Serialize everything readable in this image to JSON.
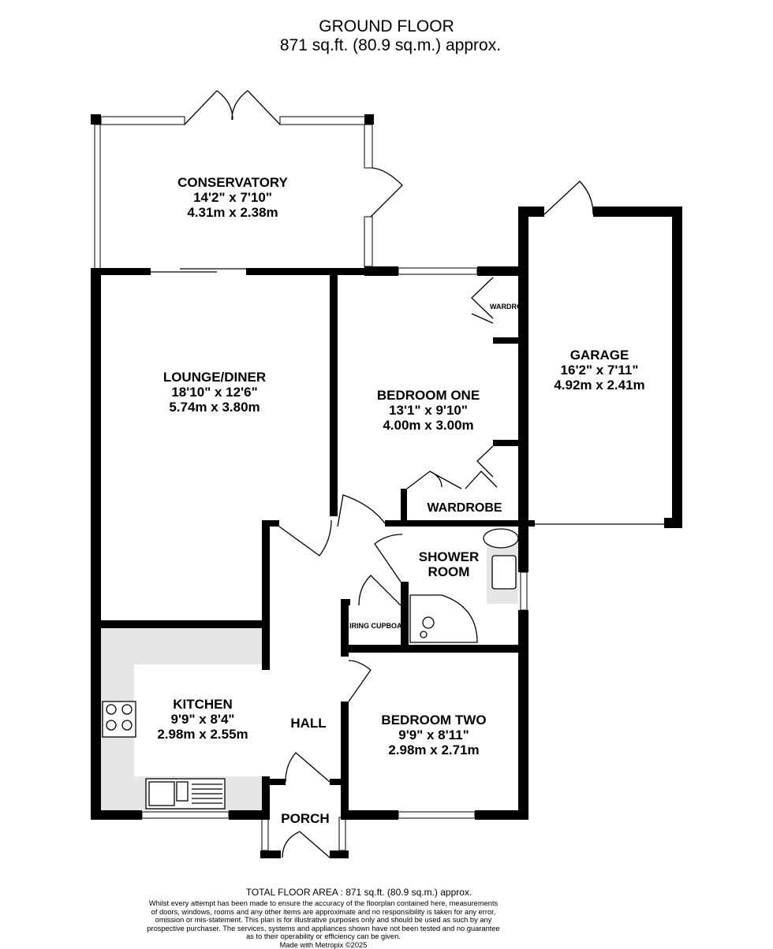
{
  "header": {
    "title": "GROUND FLOOR",
    "area": "871 sq.ft. (80.9 sq.m.) approx."
  },
  "rooms": {
    "conservatory": {
      "name": "CONSERVATORY",
      "imperial": "14'2\"  x 7'10\"",
      "metric": "4.31m  x 2.38m"
    },
    "lounge": {
      "name": "LOUNGE/DINER",
      "imperial": "18'10\"  x 12'6\"",
      "metric": "5.74m  x 3.80m"
    },
    "bedroom_one": {
      "name": "BEDROOM ONE",
      "imperial": "13'1\"  x 9'10\"",
      "metric": "4.00m  x 3.00m"
    },
    "garage": {
      "name": "GARAGE",
      "imperial": "16'2\"  x 7'11\"",
      "metric": "4.92m  x 2.41m"
    },
    "kitchen": {
      "name": "KITCHEN",
      "imperial": "9'9\"  x 8'4\"",
      "metric": "2.98m  x 2.55m"
    },
    "bedroom_two": {
      "name": "BEDROOM TWO",
      "imperial": "9'9\"  x 8'11\"",
      "metric": "2.98m  x 2.71m"
    },
    "hall": {
      "name": "HALL"
    },
    "porch": {
      "name": "PORCH"
    },
    "shower": {
      "name": "SHOWER\nROOM",
      "line1": "SHOWER",
      "line2": "ROOM"
    },
    "wardrobe": {
      "name": "WARDROBE"
    },
    "wardrobe_small": {
      "name": "WARDRO"
    },
    "airing": {
      "name": "IRING CUPBOAR"
    }
  },
  "footer": {
    "total": "TOTAL FLOOR AREA : 871 sq.ft. (80.9 sq.m.) approx.",
    "disclaimer": "Whilst every attempt has been made to ensure the accuracy of the floorplan contained here, measurements of doors, windows, rooms and any other items are approximate and no responsibility is taken for any error, omission or mis-statement. This plan is for illustrative purposes only and should be used as such by any prospective purchaser. The services, systems and appliances shown have not been tested and no guarantee as to their operability or efficiency can be given.",
    "credit": "Made with Metropix ©2025"
  },
  "colors": {
    "wall": "#000000",
    "fixture_fill": "#e6e6e6"
  }
}
